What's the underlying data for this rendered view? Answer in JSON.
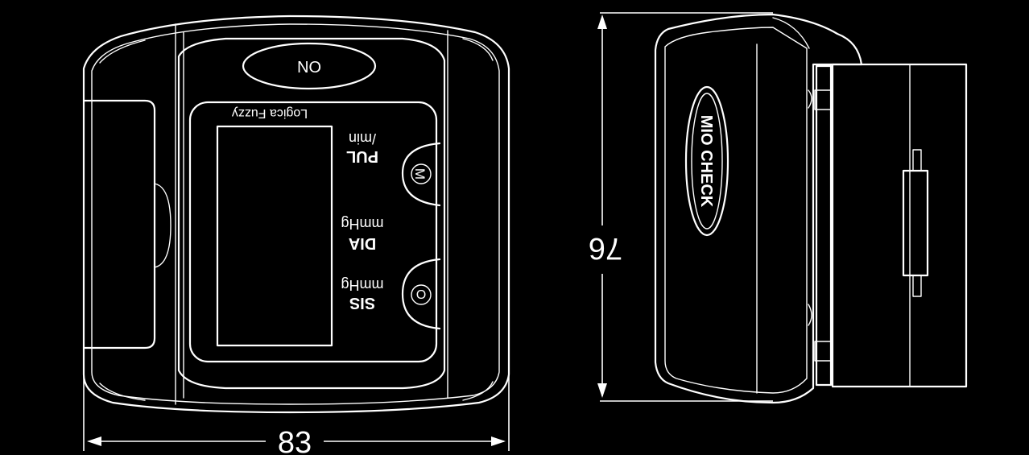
{
  "front_view": {
    "button_top": "ON",
    "lcd_header": "Logica Fuzzy",
    "label_sys": "SIS",
    "label_sys_unit": "mmHg",
    "label_dia": "DIA",
    "label_dia_unit": "mmHg",
    "label_pul": "PUL",
    "label_pul_unit": "/min",
    "button_memory": "M",
    "button_start": "O"
  },
  "side_view": {
    "brand": "MIO CHECK"
  },
  "dimensions": {
    "width_mm": "83",
    "height_mm": "76"
  },
  "colors": {
    "background": "#000000",
    "line": "#ffffff"
  }
}
